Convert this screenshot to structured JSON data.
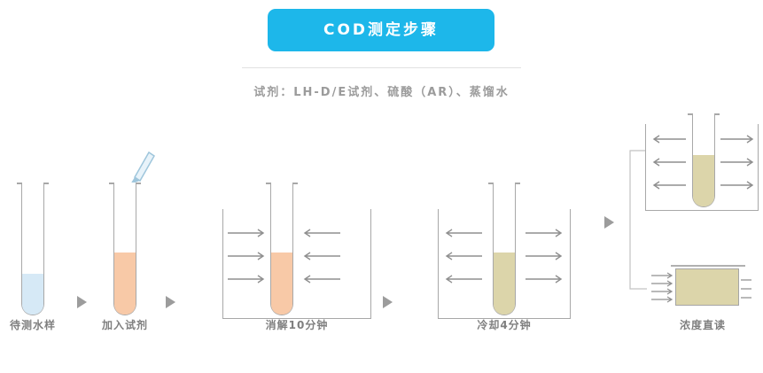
{
  "header": {
    "title": "COD测定步骤"
  },
  "reagents_line": "试剂：LH-D/E试剂、硫酸（AR）、蒸馏水",
  "steps": [
    {
      "label": "待测水样"
    },
    {
      "label": "加入试剂"
    },
    {
      "label": "消解10分钟"
    },
    {
      "label": "冷却4分钟"
    },
    {
      "label": "浓度直读"
    }
  ],
  "colors": {
    "header_bg": "#1db7ea",
    "sample_liquid": "#d6e9f6",
    "reagent_liquid": "#f8c9a7",
    "cooled_liquid": "#dcd5aa"
  }
}
